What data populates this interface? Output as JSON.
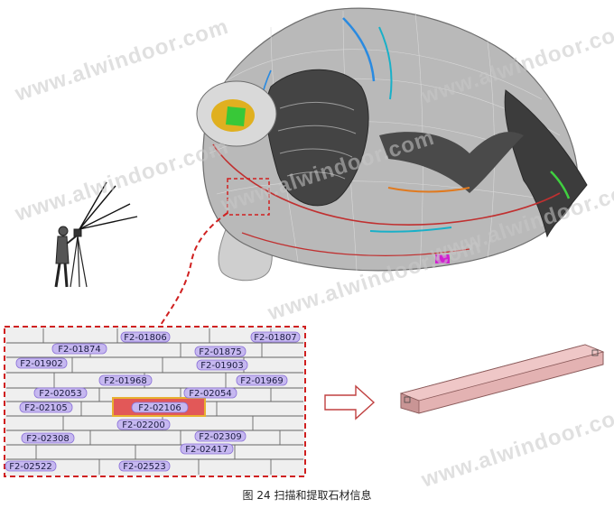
{
  "figure": {
    "caption": "图 24  扫描和提取石材信息",
    "watermark": "www.alwindoor.com"
  },
  "stone_panels": [
    "F2-01806",
    "F2-01807",
    "F2-01874",
    "F2-01875",
    "F2-01902",
    "F2-01903",
    "F2-01968",
    "F2-01969",
    "F2-02053",
    "F2-02054",
    "F2-02105",
    "F2-02106",
    "F2-02200",
    "F2-02309",
    "F2-02308",
    "F2-02417",
    "F2-02522",
    "F2-02523"
  ],
  "highlighted_panel": "F2-02106",
  "colors": {
    "highlight_fill": "#e25858",
    "highlight_border": "#e8b030",
    "label_fill": "#c6b8f0",
    "label_border": "#8a70d8",
    "dashed_red": "#d02020",
    "extracted_stone": "#e3b2b2",
    "building_body": "#b9b9b9"
  }
}
